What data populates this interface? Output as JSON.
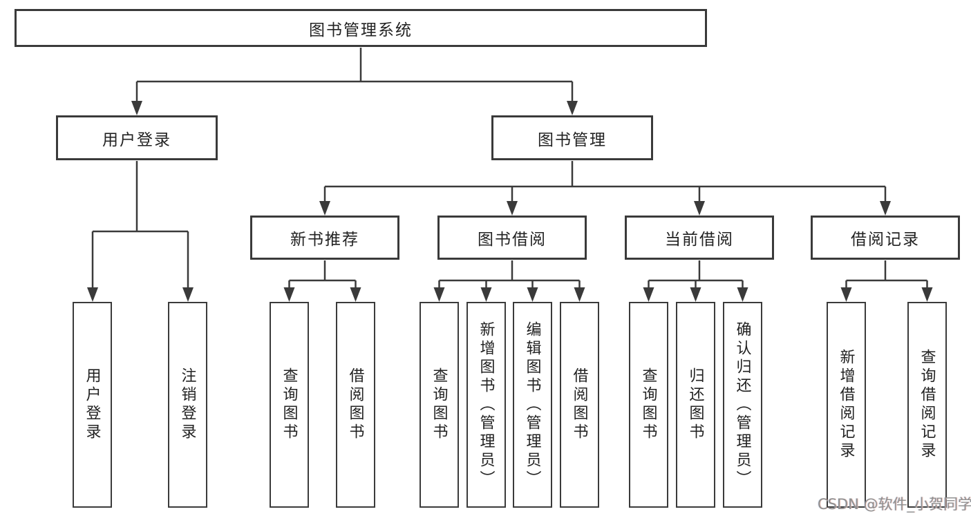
{
  "diagram": {
    "title": "图书管理系统",
    "branches": [
      {
        "label": "用户登录",
        "children": [
          {
            "label": "用户登录"
          },
          {
            "label": "注销登录"
          }
        ]
      },
      {
        "label": "图书管理",
        "children": [
          {
            "label": "新书推荐",
            "children": [
              {
                "label": "查询图书"
              },
              {
                "label": "借阅图书"
              }
            ]
          },
          {
            "label": "图书借阅",
            "children": [
              {
                "label": "查询图书"
              },
              {
                "label": "新增图书（管理员）"
              },
              {
                "label": "编辑图书（管理员）"
              },
              {
                "label": "借阅图书"
              }
            ]
          },
          {
            "label": "当前借阅",
            "children": [
              {
                "label": "查询图书"
              },
              {
                "label": "归还图书"
              },
              {
                "label": "确认归还（管理员）"
              }
            ]
          },
          {
            "label": "借阅记录",
            "children": [
              {
                "label": "新增借阅记录"
              },
              {
                "label": "查询借阅记录"
              }
            ]
          }
        ]
      }
    ]
  },
  "watermark": {
    "text": "CSDN @软件_小贺同学"
  },
  "colors": {
    "background": "#ffffff",
    "box_fill": "#ffffff",
    "box_border": "#3a3a3a",
    "line": "#3a3a3a",
    "text": "#222222",
    "watermark_text": "#909090"
  }
}
